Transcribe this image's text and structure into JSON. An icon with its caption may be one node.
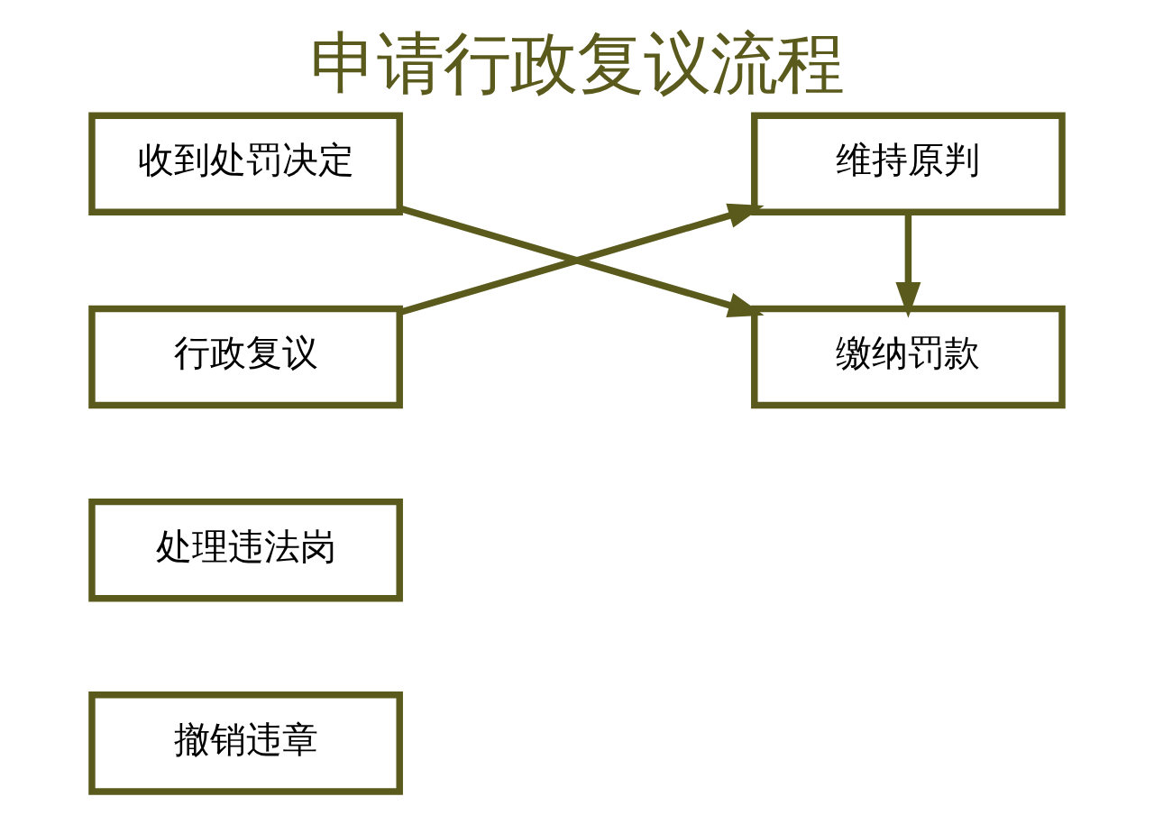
{
  "diagram": {
    "title": "申请行政复议流程",
    "nodes": [
      {
        "text": [
          "收到处罚决定"
        ]
      },
      {
        "text": [
          "缴纳罚款"
        ]
      },
      {
        "text": [
          "行政复议"
        ]
      },
      {
        "text": [
          "维持原判"
        ]
      },
      {
        "text": [
          "处理违法岗"
        ]
      },
      {
        "text": [
          "撤销违章"
        ]
      }
    ],
    "edges": [
      {
        "from": 0,
        "to": 1,
        "arrow": "to"
      },
      {
        "from": 2,
        "to": 3,
        "arrow": "to"
      },
      {
        "from": 3,
        "to": 1,
        "arrow": "to"
      }
    ]
  }
}
